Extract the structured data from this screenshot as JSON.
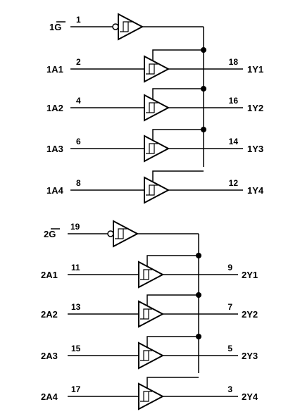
{
  "group1": {
    "enable": {
      "label": "1G",
      "pin": "1"
    },
    "buffers": [
      {
        "in_label": "1A1",
        "in_pin": "2",
        "out_pin": "18",
        "out_label": "1Y1"
      },
      {
        "in_label": "1A2",
        "in_pin": "4",
        "out_pin": "16",
        "out_label": "1Y2"
      },
      {
        "in_label": "1A3",
        "in_pin": "6",
        "out_pin": "14",
        "out_label": "1Y3"
      },
      {
        "in_label": "1A4",
        "in_pin": "8",
        "out_pin": "12",
        "out_label": "1Y4"
      }
    ]
  },
  "group2": {
    "enable": {
      "label": "2G",
      "pin": "19"
    },
    "buffers": [
      {
        "in_label": "2A1",
        "in_pin": "11",
        "out_pin": "9",
        "out_label": "2Y1"
      },
      {
        "in_label": "2A2",
        "in_pin": "13",
        "out_pin": "7",
        "out_label": "2Y2"
      },
      {
        "in_label": "2A3",
        "in_pin": "15",
        "out_pin": "5",
        "out_label": "2Y3"
      },
      {
        "in_label": "2A4",
        "in_pin": "17",
        "out_pin": "3",
        "out_label": "2Y4"
      }
    ]
  }
}
